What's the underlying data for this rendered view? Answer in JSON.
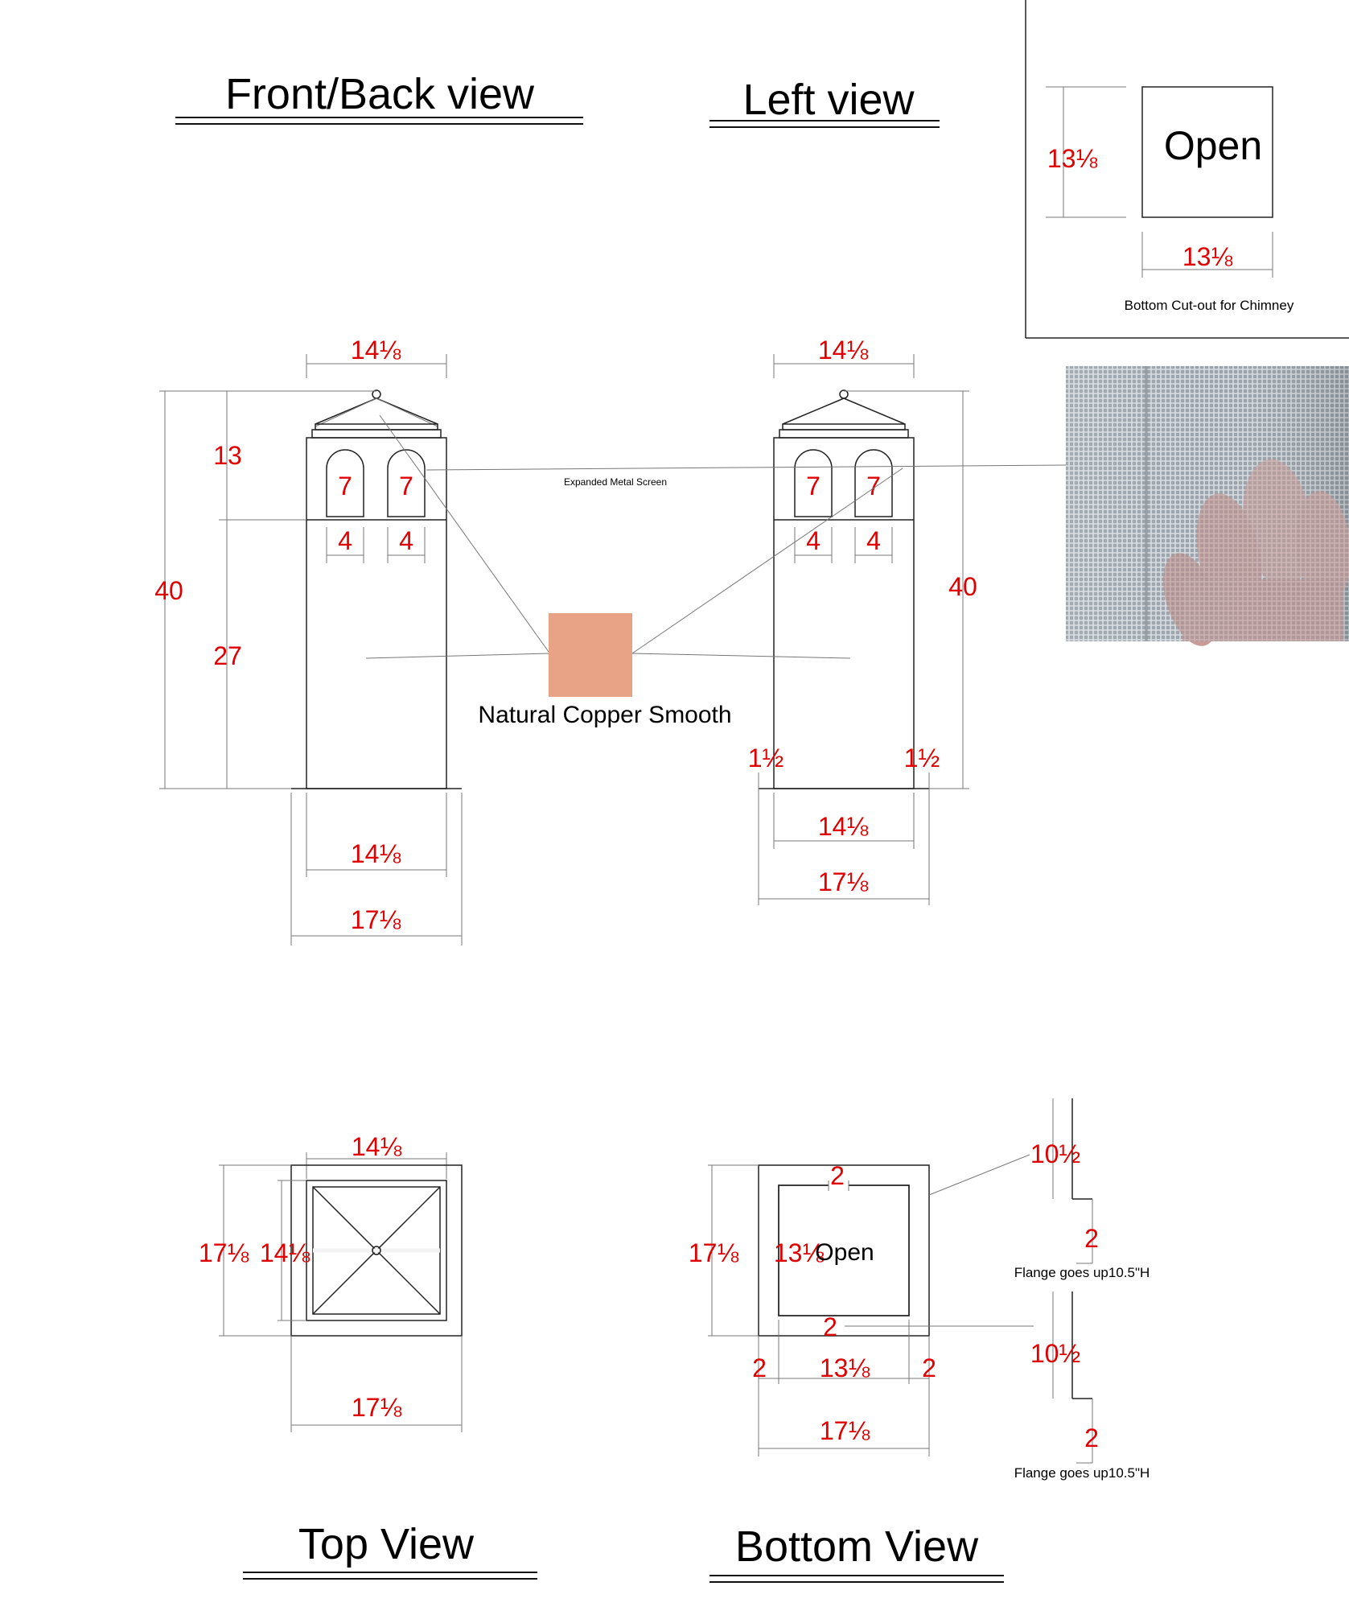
{
  "titles": {
    "front": "Front/Back  view",
    "left": "Left view",
    "top": "Top View",
    "bottom": "Bottom View"
  },
  "cutout": {
    "label": "Open",
    "height": "13⅛",
    "width": "13⅛",
    "caption": "Bottom Cut-out for Chimney"
  },
  "front_view": {
    "top_width": "14⅛",
    "total_height": "40",
    "upper_height": "13",
    "lower_height": "27",
    "arch_height_1": "7",
    "arch_height_2": "7",
    "arch_width_1": "4",
    "arch_width_2": "4",
    "base_width": "14⅛",
    "flange_width": "17⅛"
  },
  "left_view": {
    "top_width": "14⅛",
    "total_height": "40",
    "arch_height_1": "7",
    "arch_height_2": "7",
    "arch_width_1": "4",
    "arch_width_2": "4",
    "flange_left": "1½",
    "flange_right": "1½",
    "base_width": "14⅛",
    "flange_width": "17⅛"
  },
  "materials": {
    "screen": "Expanded Metal Screen",
    "copper": "Natural Copper Smooth",
    "copper_color": "#e8a386"
  },
  "top_view": {
    "inner_width": "14⅛",
    "outer_height": "17⅛",
    "inner_height": "14⅛",
    "outer_width": "17⅛"
  },
  "bottom_view": {
    "top_margin": "2",
    "outer_height": "17⅛",
    "inner_height": "13⅛",
    "label": "Open",
    "bottom_margin": "2",
    "left_margin": "2",
    "inner_width": "13⅛",
    "right_margin": "2",
    "outer_width": "17⅛"
  },
  "flange_details": [
    {
      "height": "10½",
      "lip": "2",
      "caption": "Flange goes up10.5\"H"
    },
    {
      "height": "10½",
      "lip": "2",
      "caption": "Flange goes up10.5\"H"
    }
  ]
}
